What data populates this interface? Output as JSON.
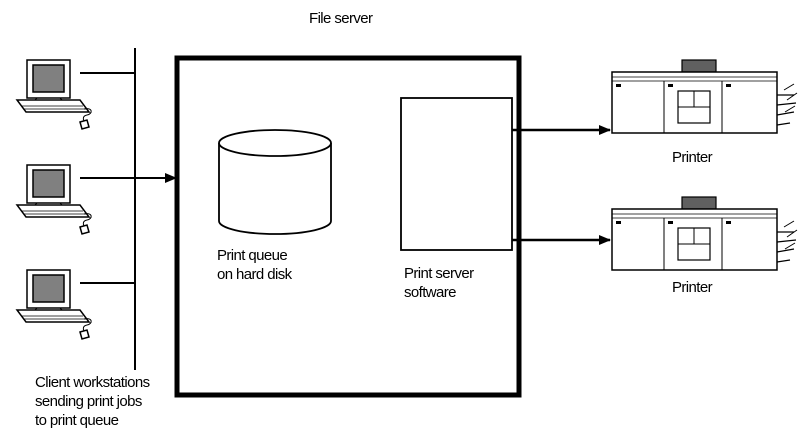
{
  "title": "File server",
  "components": {
    "print_queue_label": [
      "Print queue",
      "on hard disk"
    ],
    "print_server_label": [
      "Print server",
      "software"
    ]
  },
  "printers": [
    {
      "label": "Printer"
    },
    {
      "label": "Printer"
    }
  ],
  "clients": {
    "count": 3,
    "caption": [
      "Client workstations",
      "sending print jobs",
      "to print queue"
    ]
  },
  "colors": {
    "line": "#000000",
    "screen": "#808080",
    "printer_body": "#ffffff",
    "printer_top": "#606060"
  },
  "icons": [
    "workstation-icon",
    "printer-icon",
    "database-cylinder-icon",
    "arrow-icon"
  ]
}
